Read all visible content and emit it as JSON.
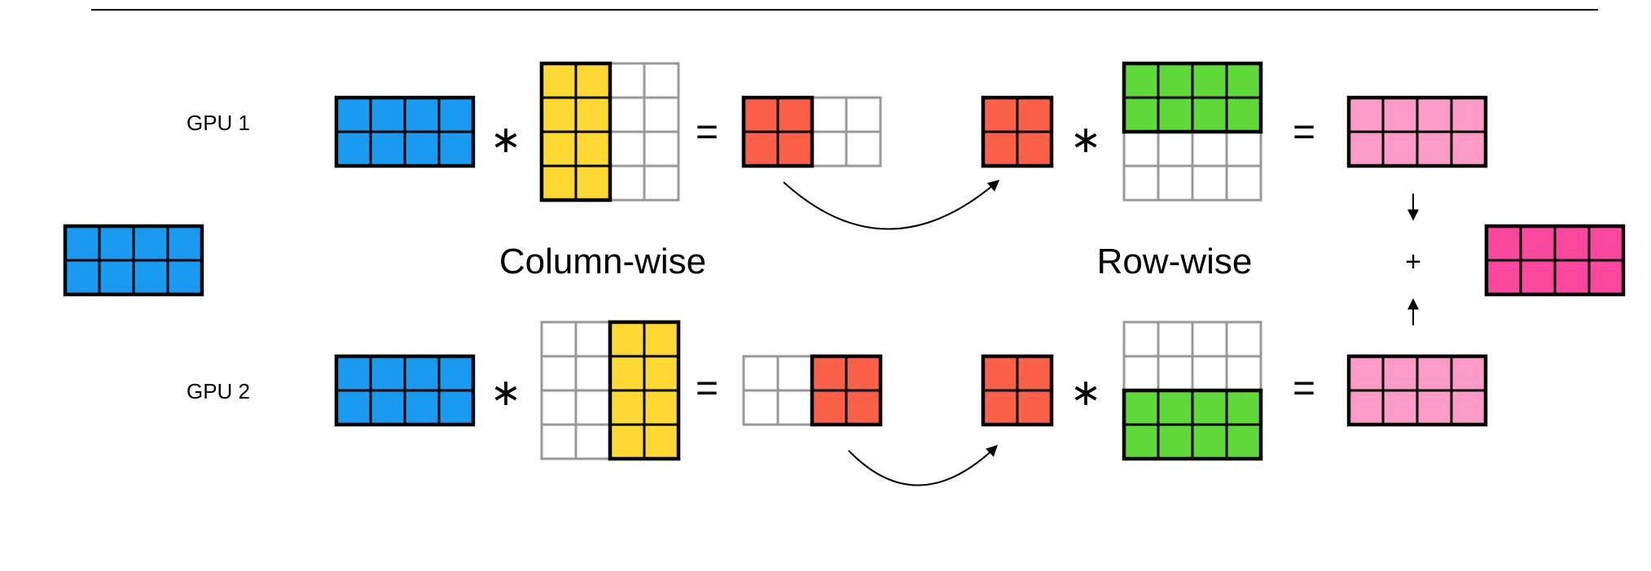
{
  "labels": {
    "gpu1": "GPU 1",
    "gpu2": "GPU 2",
    "column_wise": "Column-wise",
    "row_wise": "Row-wise"
  },
  "operators": {
    "multiply": "∗",
    "equals": "=",
    "plus": "+"
  },
  "colors": {
    "input": "#1a9af0",
    "col_weight": "#ffd834",
    "partial": "#fb6149",
    "row_weight": "#5fd83a",
    "partial_out": "#fc9ac8",
    "final": "#fc479f",
    "inactive": "#999999",
    "border": "#000000"
  },
  "blocks": [
    {
      "id": "input-matrix",
      "rows": 2,
      "cols": 4,
      "fill": "input"
    },
    {
      "id": "gpu1-input",
      "rows": 2,
      "cols": 4,
      "fill": "input"
    },
    {
      "id": "gpu1-col-weight",
      "rows": 4,
      "cols": 4,
      "active_cols": [
        0,
        1
      ],
      "fill": "col_weight"
    },
    {
      "id": "gpu1-partial",
      "rows": 2,
      "cols": 4,
      "active_cols": [
        0,
        1
      ],
      "fill": "partial"
    },
    {
      "id": "gpu1-partial-moved",
      "rows": 2,
      "cols": 2,
      "fill": "partial"
    },
    {
      "id": "gpu1-row-weight",
      "rows": 4,
      "cols": 4,
      "active_rows": [
        0,
        1
      ],
      "fill": "row_weight"
    },
    {
      "id": "gpu1-output",
      "rows": 2,
      "cols": 4,
      "fill": "partial_out"
    },
    {
      "id": "gpu2-input",
      "rows": 2,
      "cols": 4,
      "fill": "input"
    },
    {
      "id": "gpu2-col-weight",
      "rows": 4,
      "cols": 4,
      "active_cols": [
        2,
        3
      ],
      "fill": "col_weight"
    },
    {
      "id": "gpu2-partial",
      "rows": 2,
      "cols": 4,
      "active_cols": [
        2,
        3
      ],
      "fill": "partial"
    },
    {
      "id": "gpu2-partial-moved",
      "rows": 2,
      "cols": 2,
      "fill": "partial"
    },
    {
      "id": "gpu2-row-weight",
      "rows": 4,
      "cols": 4,
      "active_rows": [
        2,
        3
      ],
      "fill": "row_weight"
    },
    {
      "id": "gpu2-output",
      "rows": 2,
      "cols": 4,
      "fill": "partial_out"
    },
    {
      "id": "final-output",
      "rows": 2,
      "cols": 4,
      "fill": "final"
    }
  ]
}
